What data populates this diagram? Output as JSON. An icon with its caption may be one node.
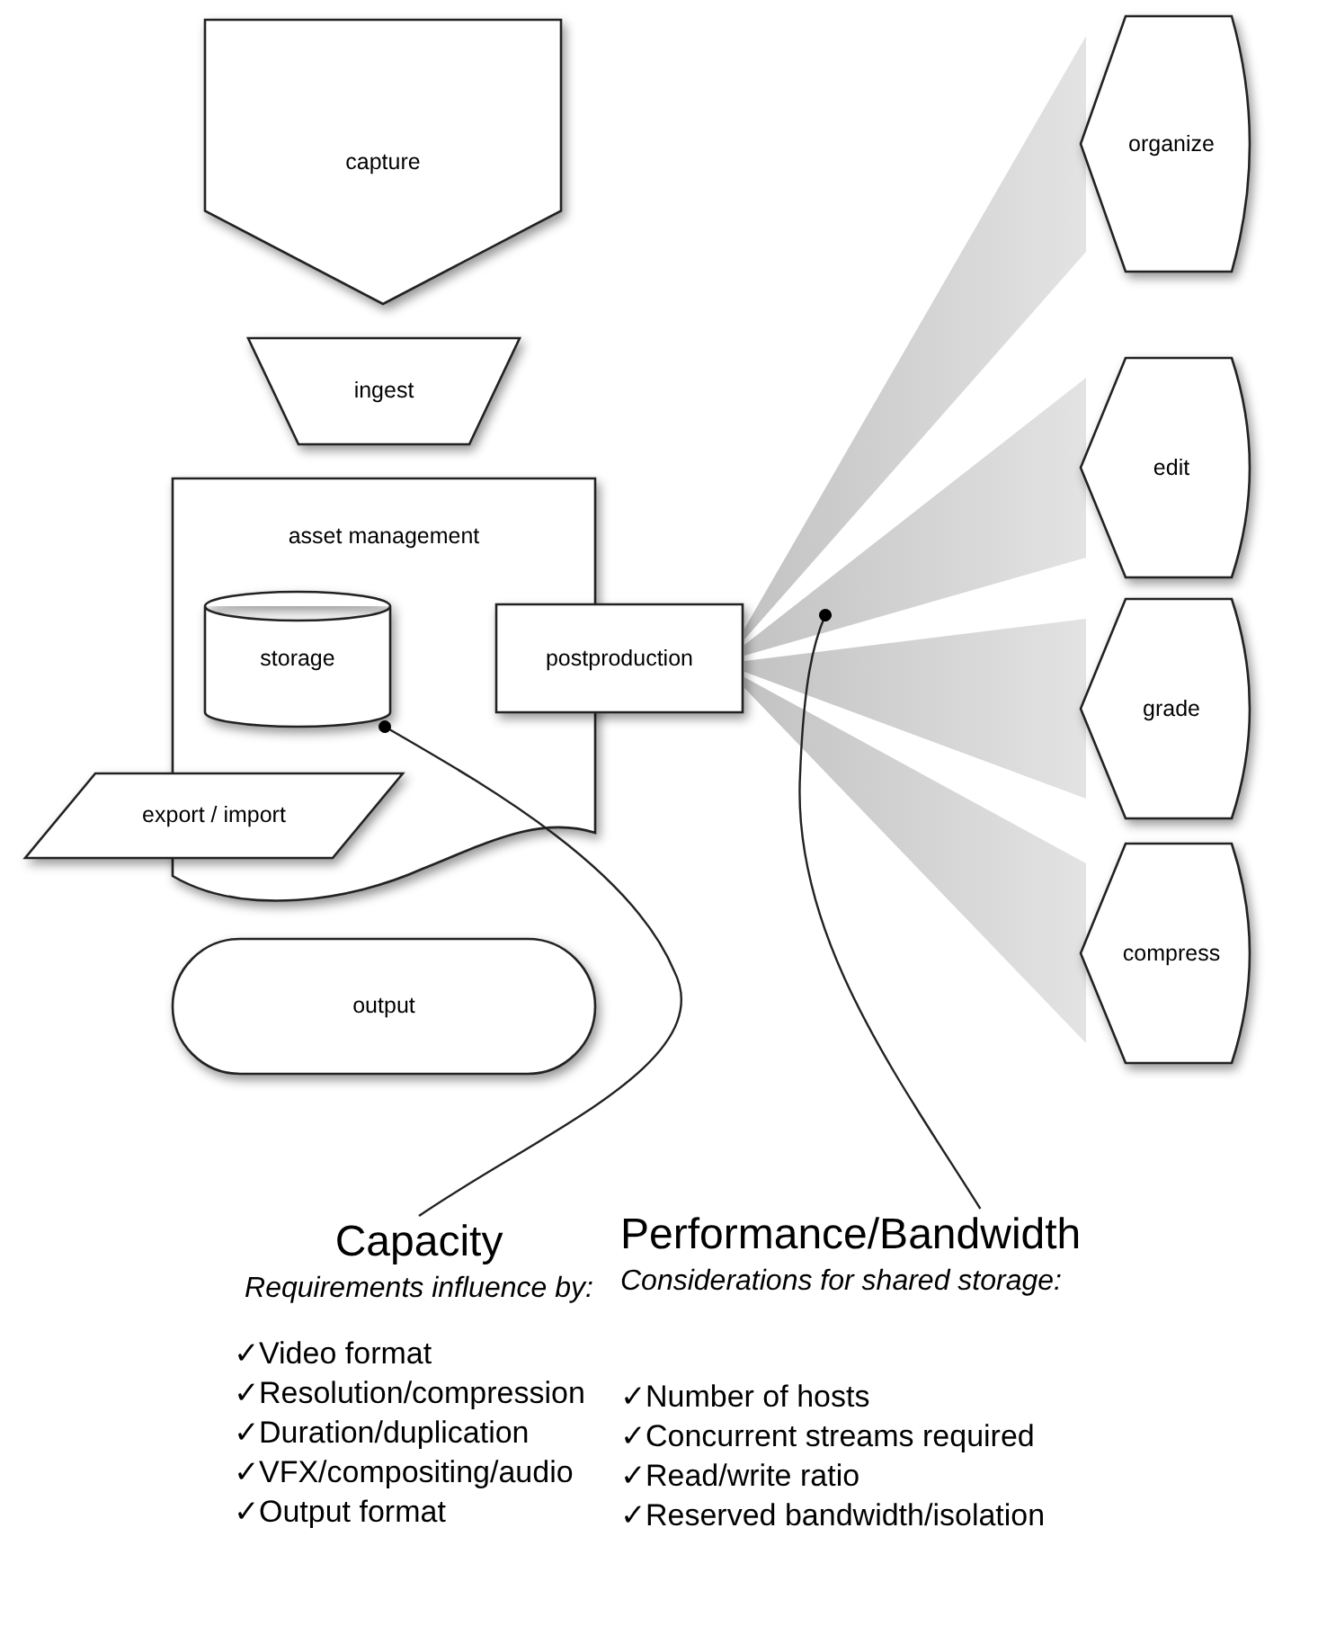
{
  "diagram": {
    "nodes": [
      {
        "text": [
          "capture"
        ]
      },
      {
        "text": [
          "ingest"
        ]
      },
      {
        "text": [
          "asset management"
        ]
      },
      {
        "text": [
          "storage"
        ],
        "in": 2
      },
      {
        "text": [
          "postproduction"
        ]
      },
      {
        "text": [
          "export / import"
        ]
      },
      {
        "text": [
          "output"
        ]
      },
      {
        "text": [
          "organize"
        ]
      },
      {
        "text": [
          "edit"
        ]
      },
      {
        "text": [
          "grade"
        ]
      },
      {
        "text": [
          "compress"
        ]
      },
      {
        "text": [
          "Capacity",
          "Requirements influence by:"
        ],
        "beside": [
          "✓Video format",
          "✓Resolution/compression",
          "✓Duration/duplication",
          "✓VFX/compositing/audio",
          "✓Output format"
        ]
      },
      {
        "text": [
          "Performance/Bandwidth",
          "Considerations for shared storage:"
        ],
        "beside": [
          "✓Number of hosts",
          "✓Concurrent streams required",
          "✓Read/write ratio",
          "✓Reserved bandwidth/isolation"
        ]
      }
    ],
    "edges": [
      {
        "from": 4,
        "to": 7,
        "arrow": "none",
        "style": "thick"
      },
      {
        "from": 4,
        "to": 8,
        "arrow": "none",
        "style": "thick"
      },
      {
        "from": 4,
        "to": 9,
        "arrow": "none",
        "style": "thick"
      },
      {
        "from": 4,
        "to": 10,
        "arrow": "none",
        "style": "thick"
      },
      {
        "from": 11,
        "to": 3,
        "arrow": "other"
      },
      {
        "from": 12,
        "to": null,
        "arrow": "other"
      }
    ]
  }
}
